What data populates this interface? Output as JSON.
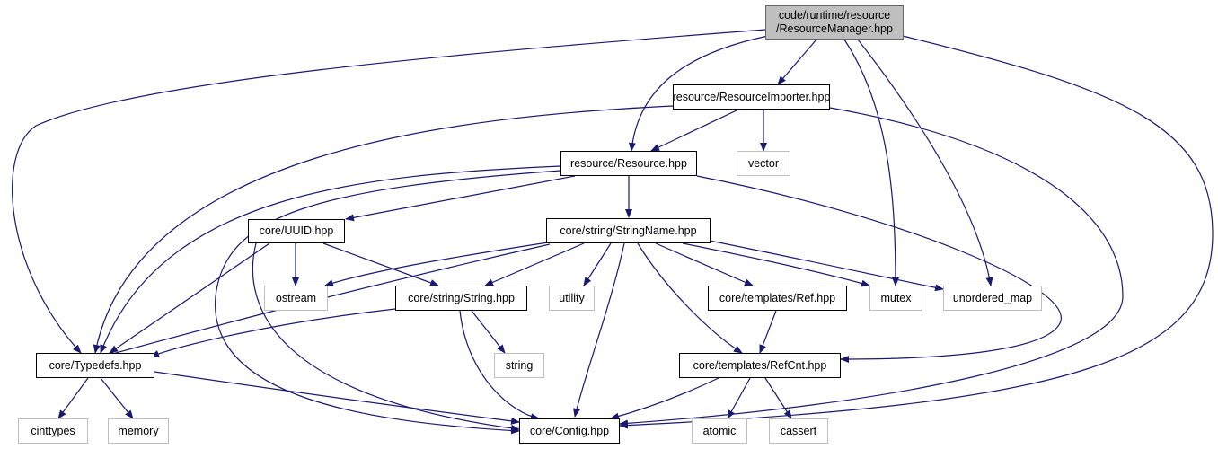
{
  "colors": {
    "edge": "#191970",
    "root_fill": "#bfbfbf",
    "external_border": "#bfbfbf",
    "node_border": "#000000"
  },
  "nodes": {
    "root": {
      "line1": "code/runtime/resource",
      "line2": "/ResourceManager.hpp"
    },
    "importer": "resource/ResourceImporter.hpp",
    "resource": "resource/Resource.hpp",
    "vector": "vector",
    "uuid": "core/UUID.hpp",
    "stringname": "core/string/StringName.hpp",
    "ostream": "ostream",
    "string_hpp": "core/string/String.hpp",
    "utility": "utility",
    "ref": "core/templates/Ref.hpp",
    "mutex": "mutex",
    "unordered_map": "unordered_map",
    "typedefs": "core/Typedefs.hpp",
    "string": "string",
    "refcnt": "core/templates/RefCnt.hpp",
    "cinttypes": "cinttypes",
    "memory": "memory",
    "config": "core/Config.hpp",
    "atomic": "atomic",
    "cassert": "cassert"
  }
}
